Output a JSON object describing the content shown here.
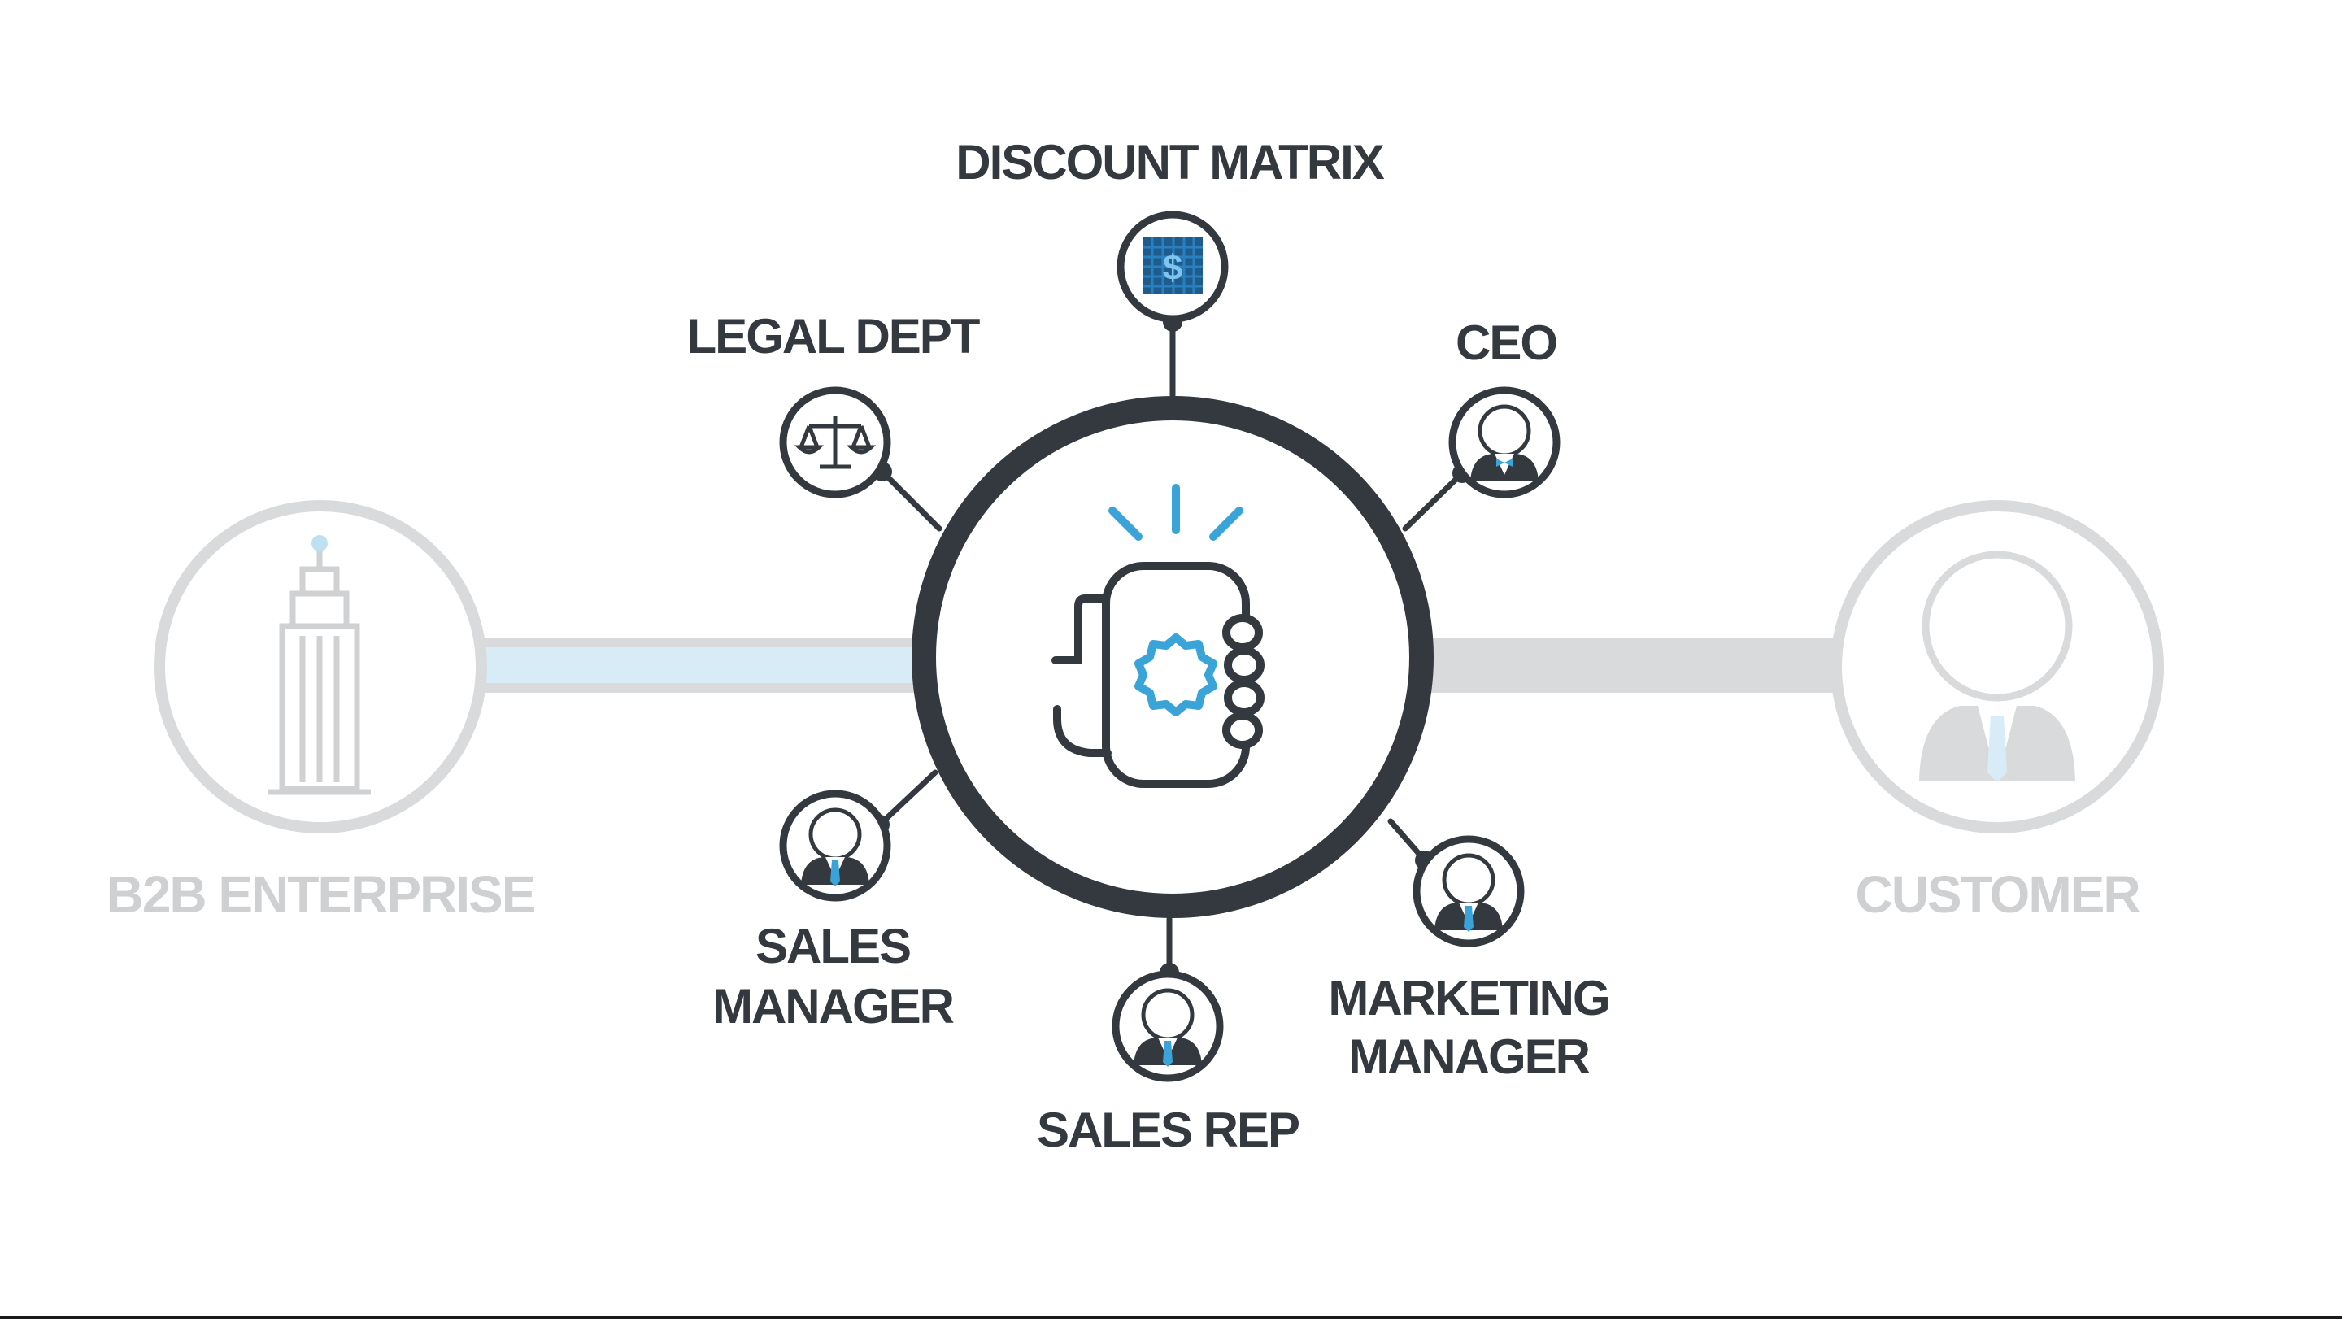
{
  "colors": {
    "dark": "#343940",
    "muted": "#d9dadb",
    "muted_text": "#cfd0d2",
    "accent": "#3aa3d8",
    "accent_light": "#d7ecf6",
    "background": "#ffffff"
  },
  "diagram": {
    "center_icon": "hand-holding-phone-icon",
    "left_entity": {
      "label": "B2B ENTERPRISE",
      "icon": "skyscraper-icon"
    },
    "right_entity": {
      "label": "CUSTOMER",
      "icon": "businessman-icon"
    },
    "nodes": {
      "discount_matrix": {
        "label": "DISCOUNT MATRIX",
        "icon": "dollar-grid-icon"
      },
      "legal_dept": {
        "label": "LEGAL DEPT",
        "icon": "scales-of-justice-icon"
      },
      "ceo": {
        "label": "CEO",
        "icon": "person-bowtie-icon"
      },
      "sales_manager": {
        "line1": "SALES",
        "line2": "MANAGER",
        "icon": "person-tie-icon"
      },
      "sales_rep": {
        "label": "SALES REP",
        "icon": "person-tie-icon"
      },
      "marketing_manager": {
        "line1": "MARKETING",
        "line2": "MANAGER",
        "icon": "person-tie-icon"
      }
    }
  }
}
